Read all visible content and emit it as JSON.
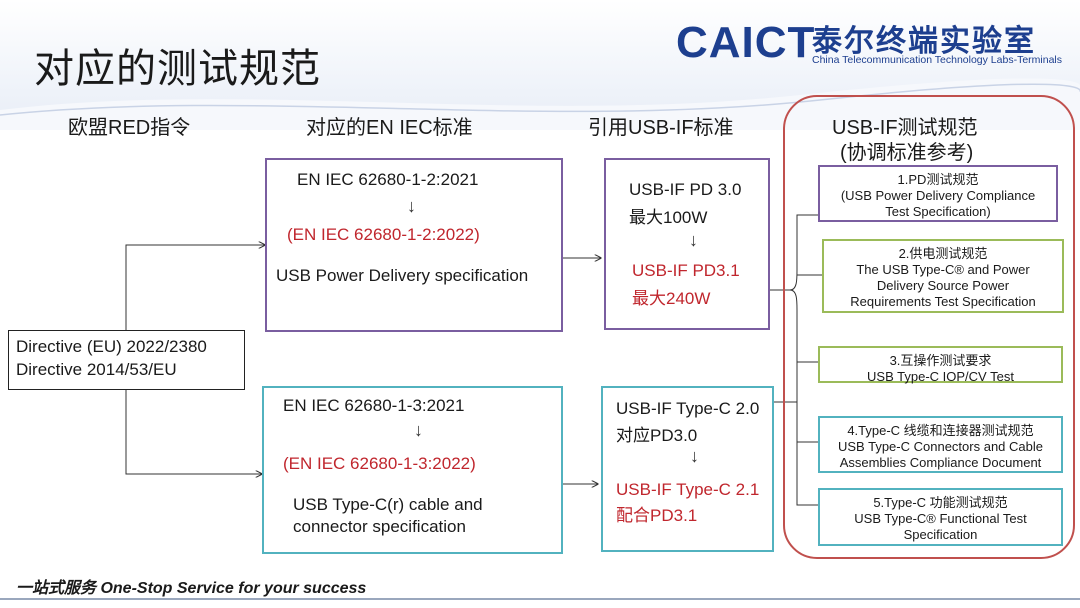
{
  "header": {
    "title": "对应的测试规范",
    "logo_mark_main": "CAICT",
    "logo_cn": "泰尔终端实验室",
    "logo_en": "China Telecommunication Technology Labs-Terminals"
  },
  "columns": {
    "col1": "欧盟RED指令",
    "col2": "对应的EN IEC标准",
    "col3": "引用USB-IF标准",
    "col4_line1": "USB-IF测试规范",
    "col4_line2": "(协调标准参考)"
  },
  "directive": {
    "line1": "Directive (EU) 2022/2380",
    "line2": "Directive 2014/53/EU"
  },
  "en_pd": {
    "std_old": "EN IEC 62680-1-2:2021",
    "arrow": "↓",
    "std_new": "(EN IEC 62680-1-2:2022)",
    "desc": "USB Power Delivery specification"
  },
  "en_typec": {
    "std_old": "EN IEC 62680-1-3:2021",
    "arrow": "↓",
    "std_new": "(EN IEC 62680-1-3:2022)",
    "desc_line1": "USB Type-C(r) cable and",
    "desc_line2": "connector specification"
  },
  "usbif_pd": {
    "line1": "USB-IF PD 3.0",
    "line2": "最大100W",
    "arrow": "↓",
    "line3": "USB-IF PD3.1",
    "line4": "最大240W"
  },
  "usbif_typec": {
    "line1": "USB-IF Type-C 2.0",
    "line2": "对应PD3.0",
    "arrow": "↓",
    "line3": "USB-IF Type-C 2.1",
    "line4": "配合PD3.1"
  },
  "specs": [
    {
      "l1": "1.PD测试规范",
      "l2": "(USB Power Delivery Compliance",
      "l3": "Test Specification)"
    },
    {
      "l1": "2.供电测试规范",
      "l2": "The USB Type-C® and Power",
      "l3": "Delivery Source Power",
      "l4": "Requirements Test Specification"
    },
    {
      "l1": "3.互操作测试要求",
      "l2": "USB Type-C IOP/CV Test"
    },
    {
      "l1": "4.Type-C 线缆和连接器测试规范",
      "l2": "USB Type-C Connectors and Cable",
      "l3": "Assemblies Compliance Document"
    },
    {
      "l1": "5.Type-C 功能测试规范",
      "l2": "USB Type-C® Functional Test",
      "l3": "Specification"
    }
  ],
  "footer": {
    "text": "一站式服务 One-Stop Service for your success"
  },
  "colors": {
    "purple": "#7a5ea0",
    "teal": "#52b2bf",
    "green": "#9bbb59",
    "red": "#c0262d",
    "frame_red": "#c0504d",
    "logo_blue": "#1d3f8f"
  }
}
